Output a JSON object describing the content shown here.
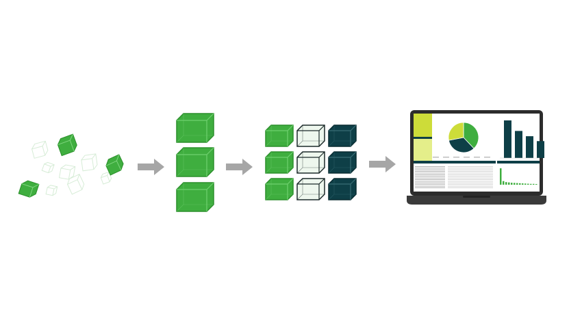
{
  "colors": {
    "green": "#3fae3f",
    "green_dark": "#2b8f2b",
    "green_light": "#6fd16f",
    "outline_light": "#cfe8cf",
    "teal": "#0e3f47",
    "teal_dark": "#082b31",
    "white_cube_fill": "#eef7ee",
    "white_cube_stroke": "#1c2a2a",
    "arrow": "#a6a6a6",
    "laptop_body": "#2c2c2c",
    "laptop_base": "#3a3a3a",
    "yellow_green": "#cddc39"
  },
  "stages": [
    {
      "name": "scattered-data",
      "icon": "scattered-cubes-icon"
    },
    {
      "name": "collected-data",
      "icon": "green-cube-stack-icon"
    },
    {
      "name": "organized-data",
      "icon": "cube-grid-icon"
    },
    {
      "name": "dashboard",
      "icon": "laptop-dashboard-icon"
    }
  ],
  "arrows": [
    {
      "icon": "right-arrow-icon"
    },
    {
      "icon": "right-arrow-icon"
    },
    {
      "icon": "right-arrow-icon"
    }
  ],
  "dashboard": {
    "pie_slices": [
      0.38,
      0.34,
      0.28
    ],
    "bar_values": [
      1.0,
      0.72,
      0.58,
      0.45
    ],
    "mini_bar_values": [
      1.0,
      0.22,
      0.16,
      0.14,
      0.12,
      0.11,
      0.1,
      0.09,
      0.08,
      0.07,
      0.06,
      0.05,
      0.05,
      0.04
    ]
  }
}
